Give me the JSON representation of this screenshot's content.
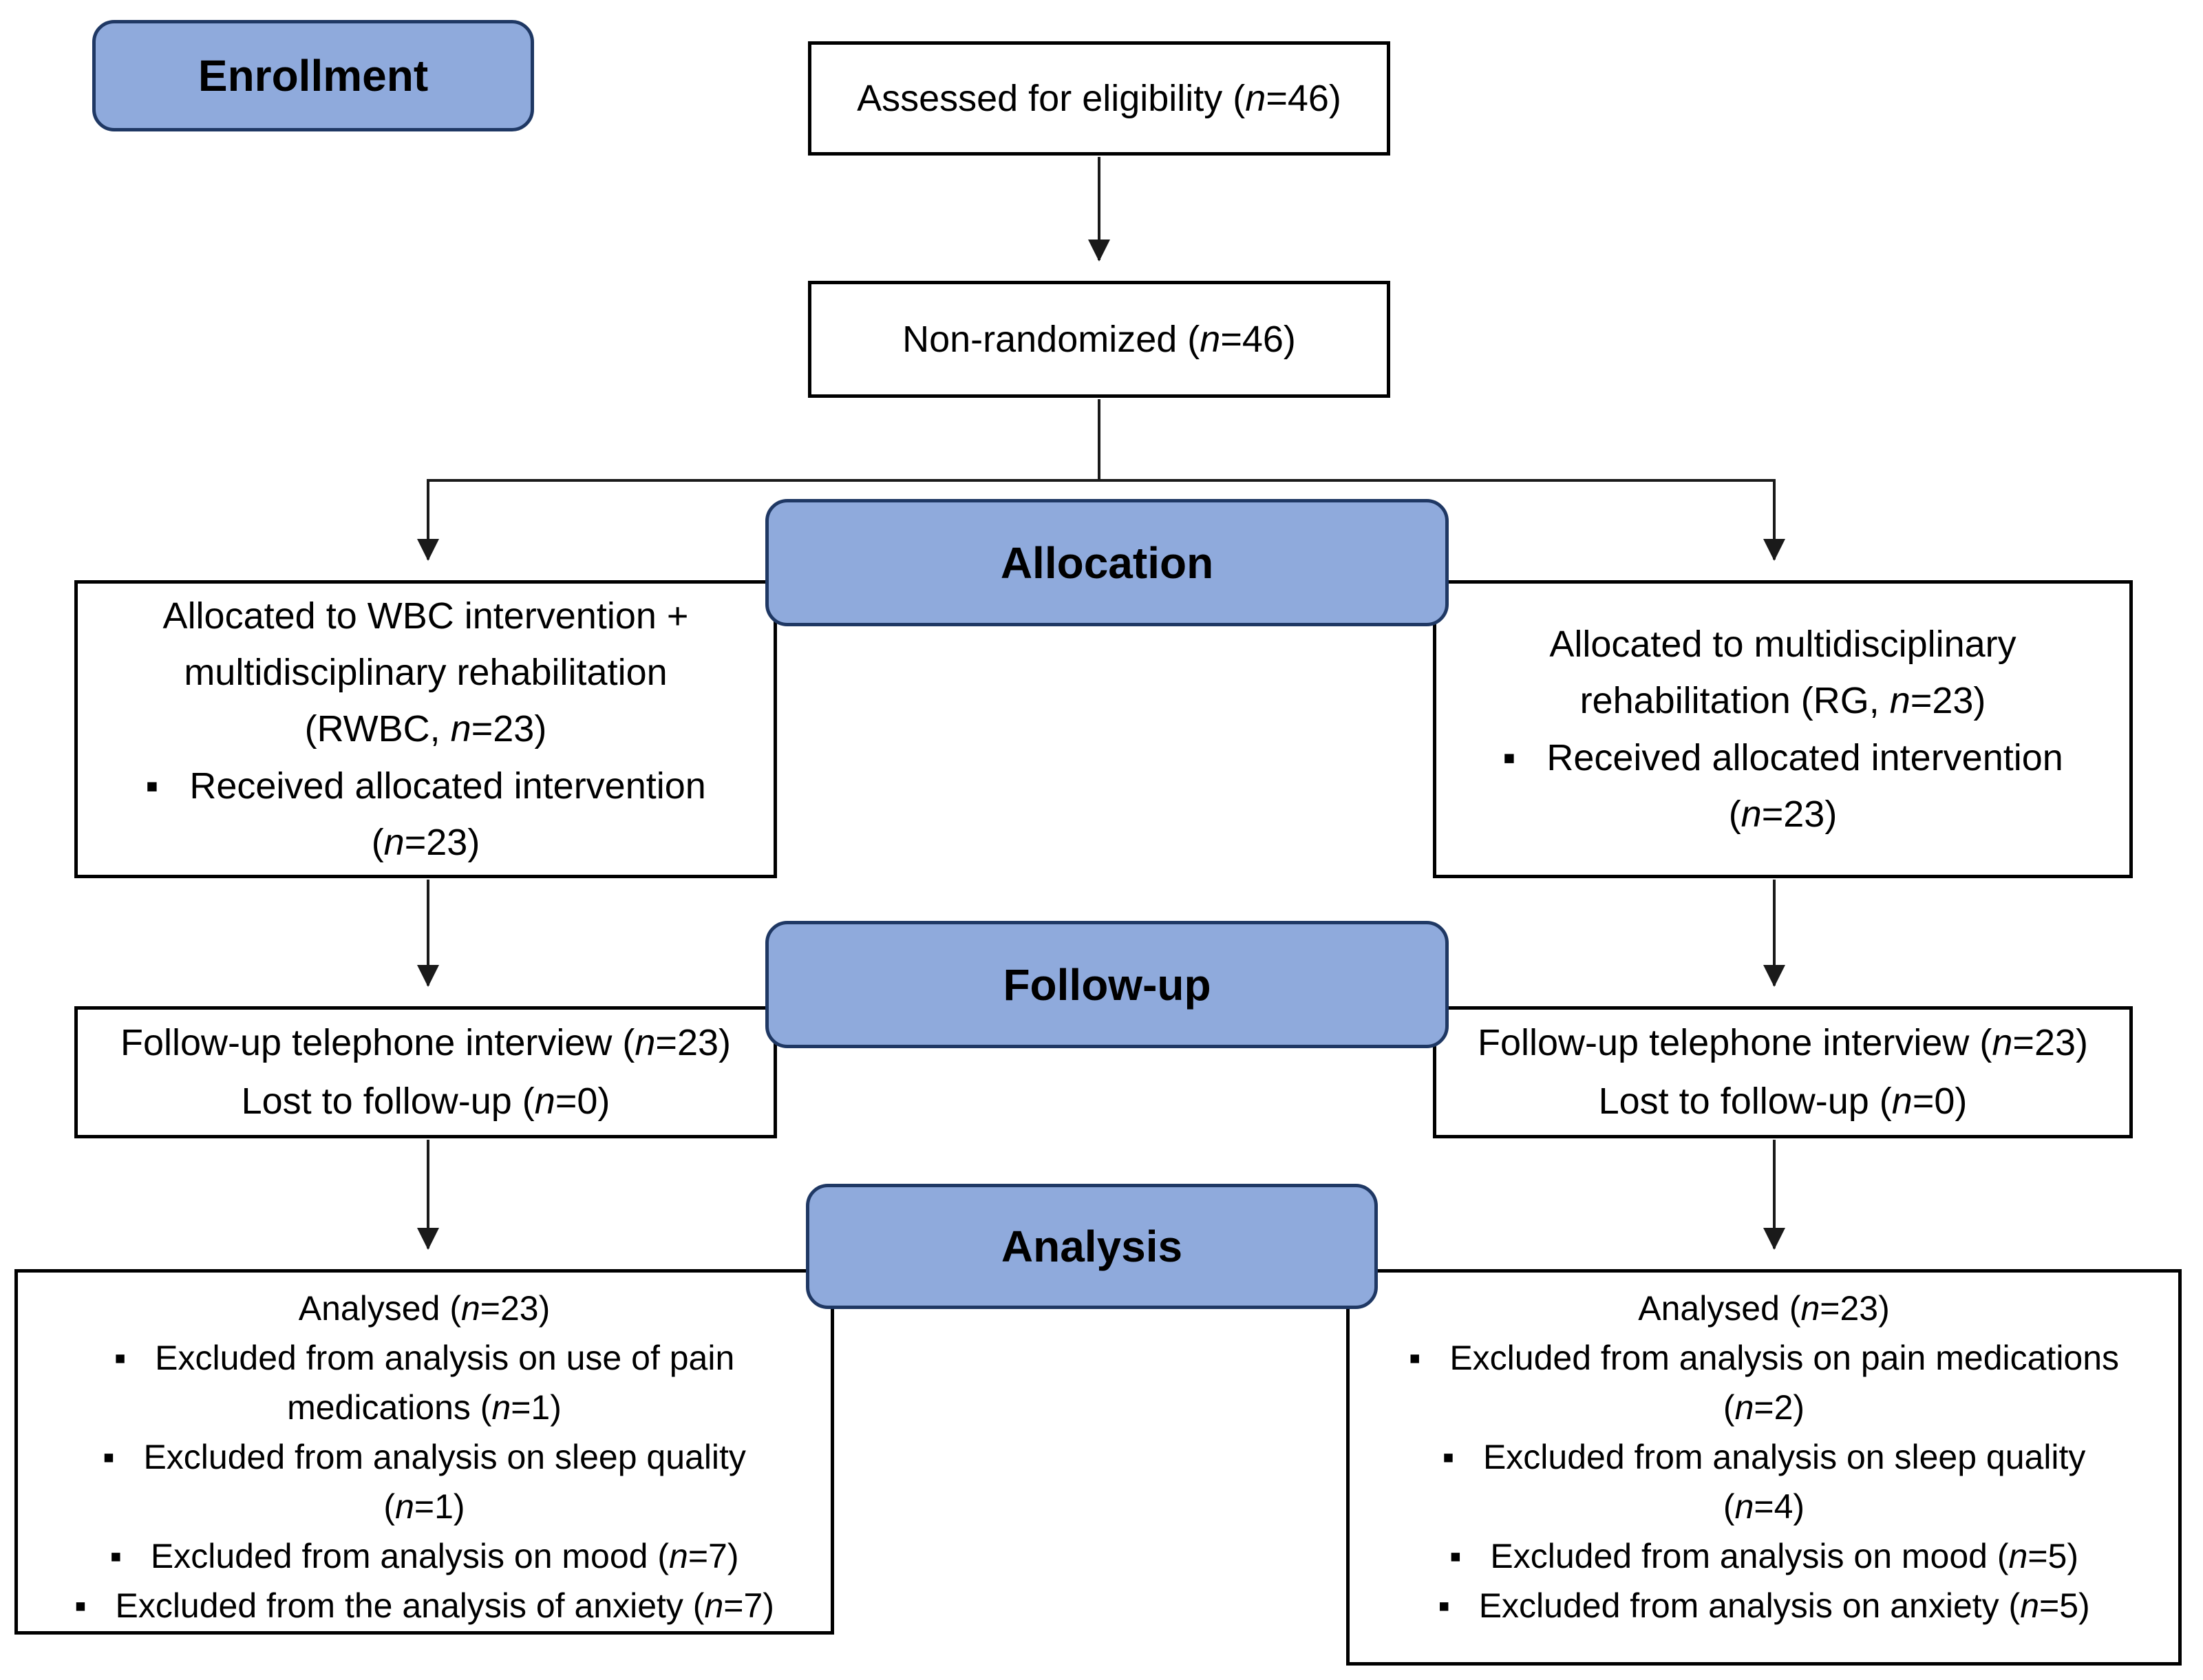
{
  "colors": {
    "badge_fill": "#8faadc",
    "badge_border": "#1f3864",
    "box_border": "#000000",
    "connector": "#1a1a1a"
  },
  "badges": {
    "enrollment": "Enrollment",
    "allocation": "Allocation",
    "followup": "Follow-up",
    "analysis": "Analysis"
  },
  "boxes": {
    "assessed": {
      "lines": [
        "Assessed for eligibility (n=46)"
      ]
    },
    "nonrandomized": {
      "lines": [
        "Non-randomized (n=46)"
      ]
    },
    "alloc_left": {
      "lines": [
        "Allocated to WBC intervention +",
        "multidisciplinary rehabilitation",
        "(RWBC, n=23)",
        "▪   Received allocated intervention",
        "(n=23)"
      ]
    },
    "alloc_right": {
      "lines": [
        "Allocated to multidisciplinary",
        "rehabilitation (RG, n=23)",
        "▪   Received allocated intervention",
        "(n=23)"
      ]
    },
    "follow_left": {
      "lines": [
        "Follow-up telephone interview (n=23)",
        "Lost to follow-up (n=0)"
      ]
    },
    "follow_right": {
      "lines": [
        "Follow-up telephone interview (n=23)",
        "Lost to follow-up (n=0)"
      ]
    },
    "analysis_left": {
      "lines": [
        "Analysed (n=23)",
        "▪   Excluded from analysis on use of pain",
        "medications (n=1)",
        "▪   Excluded from analysis on sleep quality",
        "(n=1)",
        "▪   Excluded from analysis on mood (n=7)",
        "▪   Excluded from the analysis of anxiety (n=7)"
      ]
    },
    "analysis_right": {
      "lines": [
        "Analysed (n=23)",
        "▪   Excluded from analysis on pain medications",
        "(n=2)",
        "▪   Excluded from analysis on sleep quality",
        "(n=4)",
        "▪   Excluded from analysis on mood (n=5)",
        "▪   Excluded from analysis on anxiety (n=5)"
      ]
    }
  }
}
